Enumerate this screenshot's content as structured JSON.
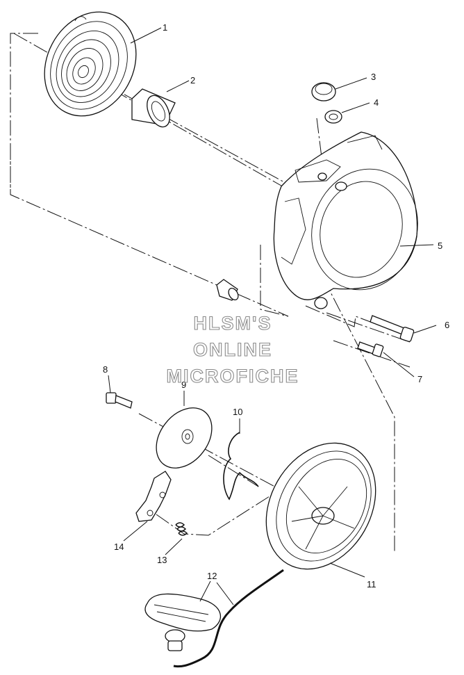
{
  "diagram": {
    "watermark": [
      "HLSM'S",
      "ONLINE",
      "MICROFICHE"
    ],
    "callouts": [
      "1",
      "2",
      "3",
      "4",
      "5",
      "6",
      "7",
      "8",
      "9",
      "10",
      "11",
      "12",
      "13",
      "14"
    ]
  }
}
